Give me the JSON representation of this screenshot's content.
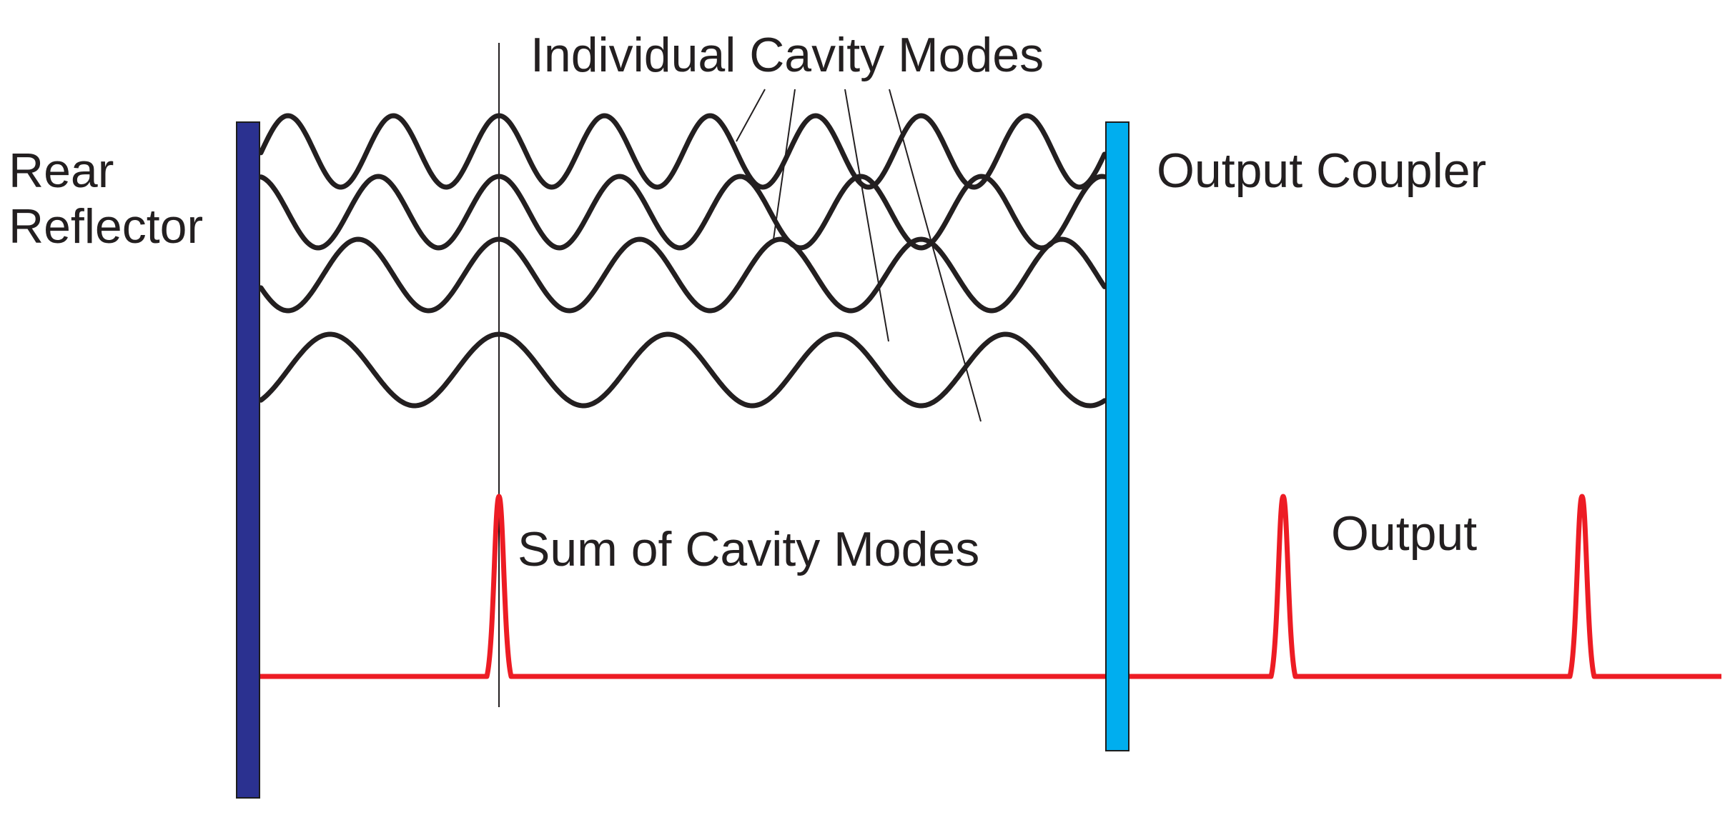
{
  "labels": {
    "rear_reflector_line1": "Rear",
    "rear_reflector_line2": "Reflector",
    "individual_cavity_modes": "Individual Cavity Modes",
    "output_coupler": "Output Coupler",
    "sum_of_cavity_modes": "Sum of Cavity Modes",
    "output": "Output"
  },
  "colors": {
    "rear_reflector": "#2b3190",
    "output_coupler": "#00aeef",
    "mode_waves": "#231f20",
    "pulse": "#ed1c24",
    "leader_lines": "#231f20"
  },
  "modes": [
    {
      "cycles": 8
    },
    {
      "cycles": 7
    },
    {
      "cycles": 6
    },
    {
      "cycles": 5
    }
  ],
  "output_pulses_outside_cavity": 2
}
